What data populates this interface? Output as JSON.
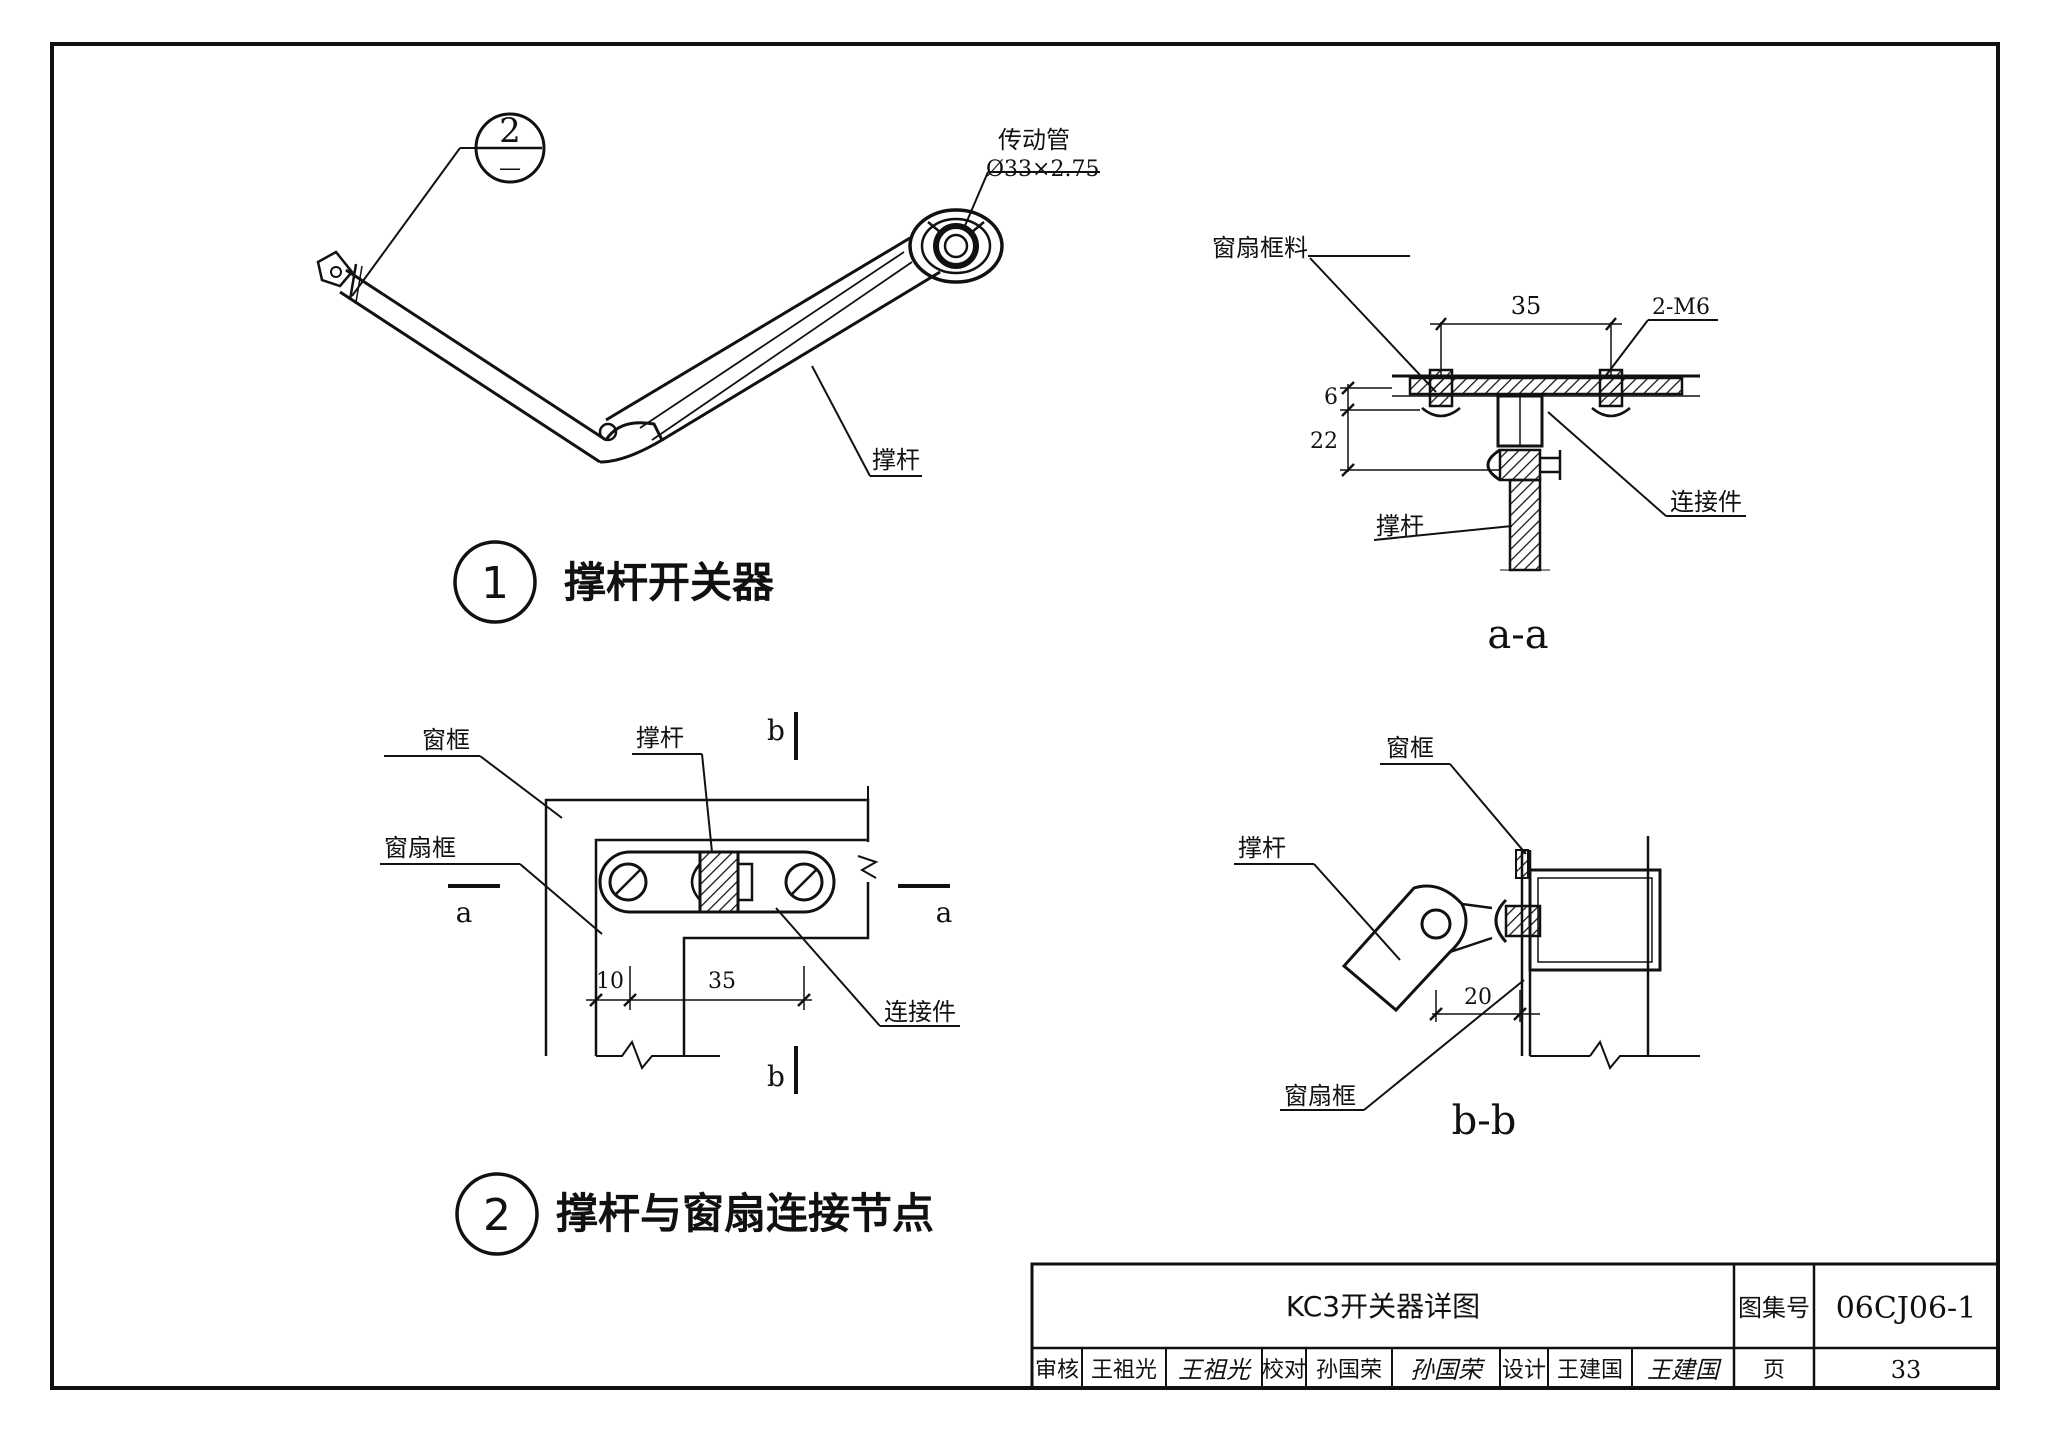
{
  "drawing": {
    "detail1": {
      "number": "1",
      "title": "撑杆开关器",
      "callout_top": "2",
      "callout_bottom": "—",
      "tube_label": "传动管",
      "tube_spec": "Ø33×2.75",
      "strut_label": "撑杆"
    },
    "section_aa": {
      "frame_label": "窗扇框料",
      "bolt_label": "2-M6",
      "dim_width": "35",
      "dim_small": "6",
      "dim_height": "22",
      "connector_label": "连接件",
      "strut_label": "撑杆",
      "caption": "a-a"
    },
    "detail2": {
      "number": "2",
      "title": "撑杆与窗扇连接节点",
      "window_frame_label": "窗框",
      "sash_frame_label": "窗扇框",
      "strut_label": "撑杆",
      "connector_label": "连接件",
      "mark_b": "b",
      "mark_a": "a",
      "dim_10": "10",
      "dim_35": "35"
    },
    "section_bb": {
      "window_frame_label": "窗框",
      "strut_label": "撑杆",
      "dim_20": "20",
      "sash_frame_label": "窗扇框",
      "caption": "b-b"
    }
  },
  "title_block": {
    "drawing_title": "KC3开关器详图",
    "atlas_label": "图集号",
    "atlas_number": "06CJ06-1",
    "review_label": "审核",
    "reviewer": "王祖光",
    "reviewer_sign": "王祖光",
    "check_label": "校对",
    "checker": "孙国荣",
    "checker_sign": "孙国荣",
    "design_label": "设计",
    "designer": "王建国",
    "designer_sign": "王建国",
    "page_label": "页",
    "page_number": "33"
  }
}
